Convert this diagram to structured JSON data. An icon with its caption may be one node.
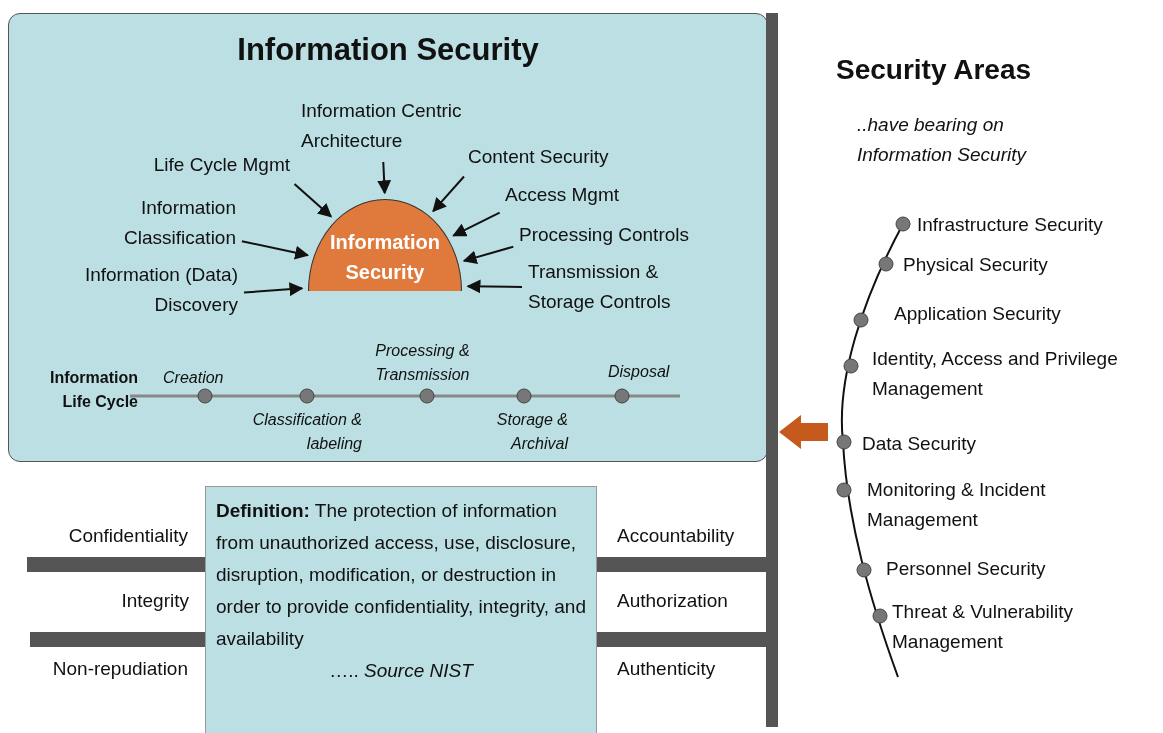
{
  "diagram": {
    "nodes": [
      {
        "text": [
          "Information Security"
        ]
      },
      {
        "text": [
          "Information Security"
        ],
        "in": 0
      },
      {
        "text": [
          "Information Centric Architecture"
        ],
        "in": 0
      },
      {
        "text": [
          "Life Cycle Mgmt"
        ],
        "in": 0
      },
      {
        "text": [
          "Content Security"
        ],
        "in": 0
      },
      {
        "text": [
          "Access Mgmt"
        ],
        "in": 0
      },
      {
        "text": [
          "Information Classification"
        ],
        "in": 0
      },
      {
        "text": [
          "Processing Controls"
        ],
        "in": 0
      },
      {
        "text": [
          "Information (Data) Discovery"
        ],
        "in": 0
      },
      {
        "text": [
          "Transmission & Storage Controls"
        ],
        "in": 0
      },
      {
        "text": [
          "**Definition:** The protection of information from unauthorized access, use, disclosure, disruption, modification, or destruction in order to provide confidentiality, integrity, and availability",
          "….. *Source NIST*"
        ]
      }
    ],
    "edges": [
      {
        "from": 2,
        "to": 1,
        "arrow": "to"
      },
      {
        "from": 3,
        "to": 1,
        "arrow": "to"
      },
      {
        "from": 4,
        "to": 1,
        "arrow": "to"
      },
      {
        "from": 5,
        "to": 1,
        "arrow": "to"
      },
      {
        "from": 6,
        "to": 1,
        "arrow": "to"
      },
      {
        "from": 7,
        "to": 1,
        "arrow": "to"
      },
      {
        "from": 8,
        "to": 1,
        "arrow": "to"
      },
      {
        "from": 9,
        "to": 1,
        "arrow": "to"
      }
    ],
    "labels": [
      "Information Life Cycle",
      "Creation",
      "Processing & Transmission",
      "Disposal",
      "Classification & labeling",
      "Storage & Archival",
      "Confidentiality",
      "Accountability",
      "Integrity",
      "Authorization",
      "Non-repudiation",
      "Authenticity",
      "Security Areas",
      "..have bearing on Information Security",
      "Infrastructure Security",
      "Physical Security",
      "Application Security",
      "Identity, Access and Privilege Management",
      "Data Security",
      "Monitoring & Incident Management",
      "Personnel Security",
      "Threat & Vulnerability Management"
    ]
  }
}
